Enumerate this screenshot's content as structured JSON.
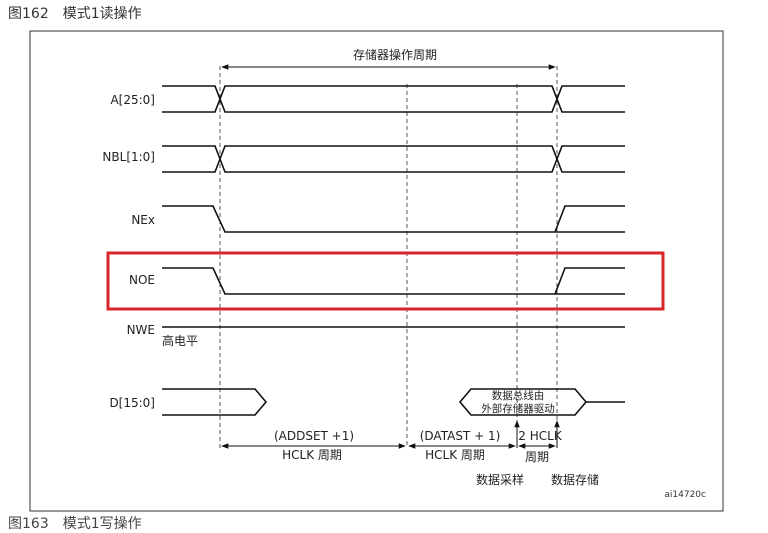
{
  "caption_top": {
    "number": "图162",
    "title": "模式1读操作"
  },
  "caption_bottom": {
    "number": "图163",
    "title": "模式1写操作"
  },
  "diagram": {
    "memory_cycle_label": "存储器操作周期",
    "signals": {
      "addr": "A[25:0]",
      "nbl": "NBL[1:0]",
      "nex": "NEx",
      "noe": "NOE",
      "nwe": "NWE",
      "data": "D[15:0]"
    },
    "nwe_note": "高电平",
    "data_box_line1": "数据总线由",
    "data_box_line2": "外部存储器驱动",
    "addset_line1": "(ADDSET +1)",
    "addset_line2": "HCLK 周期",
    "datast_line1": "(DATAST + 1)",
    "datast_line2": "HCLK 周期",
    "hclk2_line1": "2 HCLK",
    "hclk2_line2": "周期",
    "sample_label": "数据采样",
    "store_label": "数据存储",
    "ref": "ai14720c",
    "highlight_color": "#d9262b"
  }
}
